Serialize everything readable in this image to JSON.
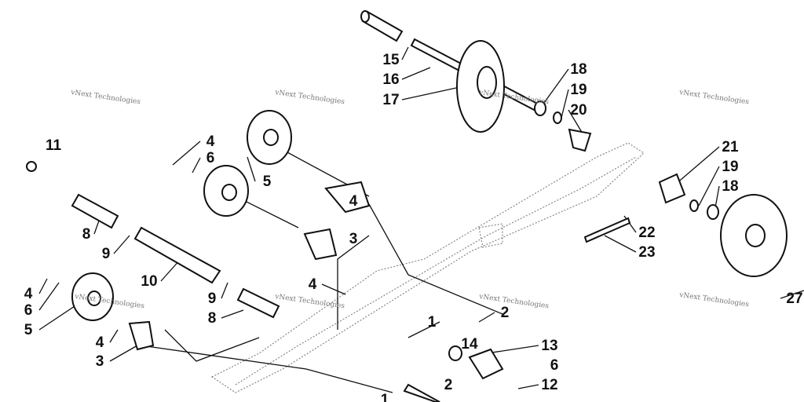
{
  "diagram": {
    "watermark": "vNext Technologies",
    "callouts": [
      "15",
      "16",
      "17",
      "18",
      "19",
      "20",
      "21",
      "19",
      "18",
      "22",
      "23",
      "11",
      "4",
      "6",
      "5",
      "4",
      "3",
      "4",
      "8",
      "9",
      "10",
      "9",
      "8",
      "4",
      "6",
      "5",
      "4",
      "3",
      "1",
      "2",
      "14",
      "13",
      "6",
      "12",
      "2",
      "1",
      "27"
    ]
  }
}
